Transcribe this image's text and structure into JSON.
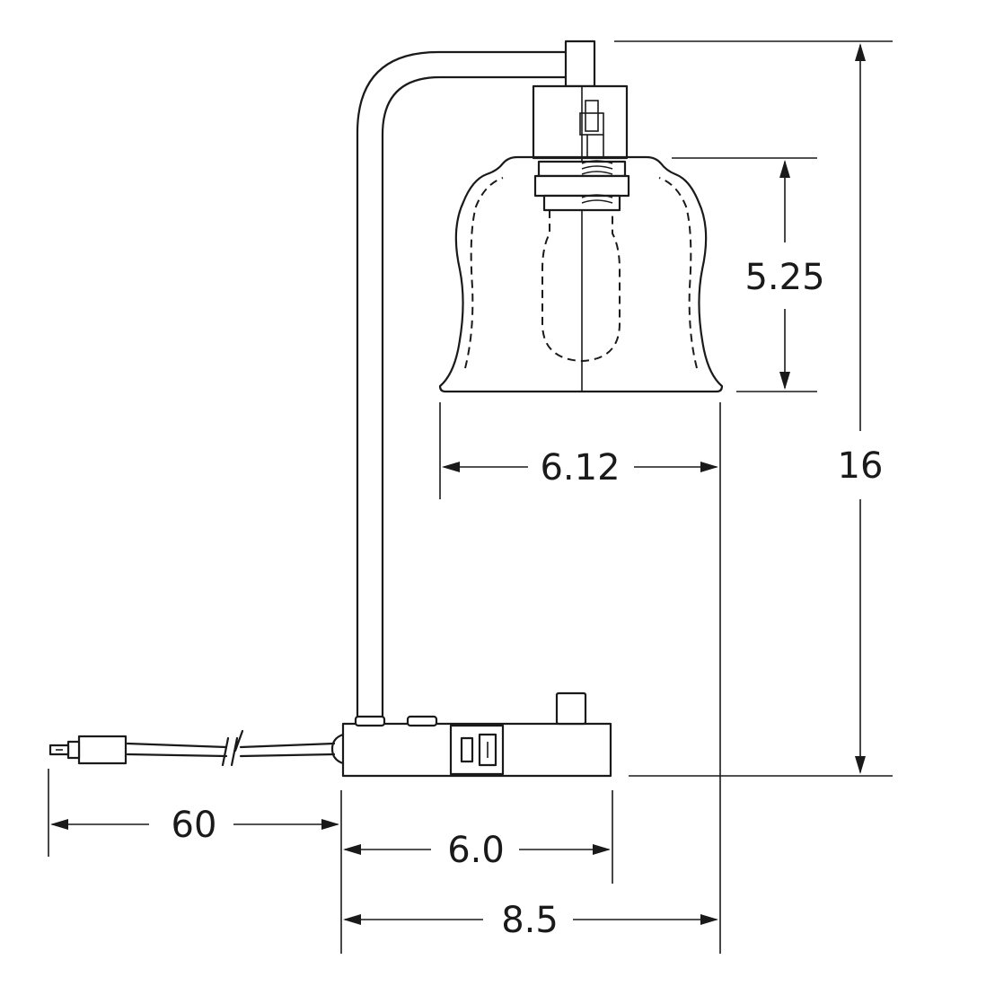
{
  "dimensions": {
    "total_height": "16",
    "shade_height": "5.25",
    "shade_width": "6.12",
    "cord_length": "60",
    "base_width": "6.0",
    "overall_width": "8.5"
  },
  "colors": {
    "line": "#1a1a1a",
    "background": "#ffffff"
  }
}
